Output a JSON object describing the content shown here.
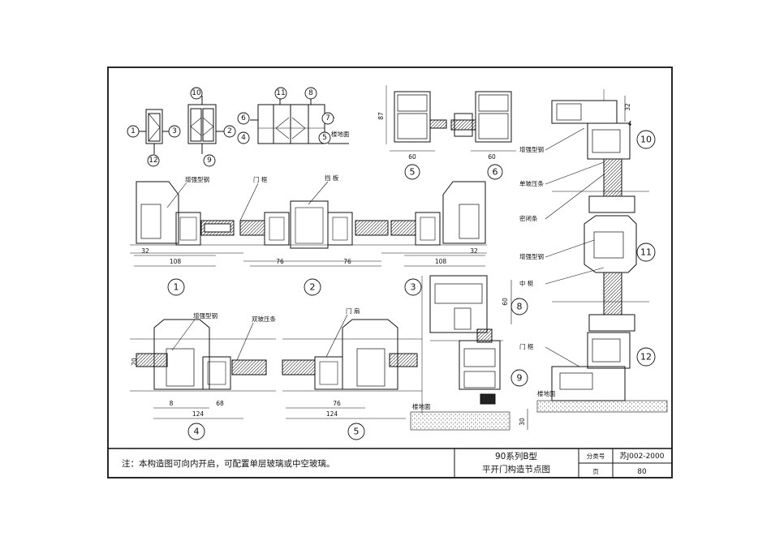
{
  "note": "注：本构造图可向内开启，可配置单层玻璃或中空玻璃。",
  "title": {
    "line1": "90系列B型",
    "line2": "平开门构造节点图"
  },
  "titleblock": {
    "code_label": "分类号",
    "code": "苏J002-2000",
    "page_label": "页",
    "page": "80"
  },
  "callouts": {
    "c1": "1",
    "c2": "2",
    "c3": "3",
    "c4": "4",
    "c5": "5",
    "c6": "6",
    "c7": "7",
    "c8": "8",
    "c9": "9",
    "c10": "10",
    "c11": "11",
    "c12": "12"
  },
  "labels": {
    "zqxg": "增强型钢",
    "mk": "门 框",
    "dd": "挡 板",
    "sbyt": "双玻压条",
    "ms": "门 扇",
    "dbyt": "单玻压条",
    "mft": "密闭条",
    "zt": "中 梃",
    "ground": "楼地面"
  },
  "dims": {
    "d87": "87",
    "d60": "60",
    "d32": "32",
    "d108": "108",
    "d76": "76",
    "d20": "20",
    "d8": "8",
    "d68": "68",
    "d124": "124",
    "d30": "30",
    "d4": "4"
  }
}
